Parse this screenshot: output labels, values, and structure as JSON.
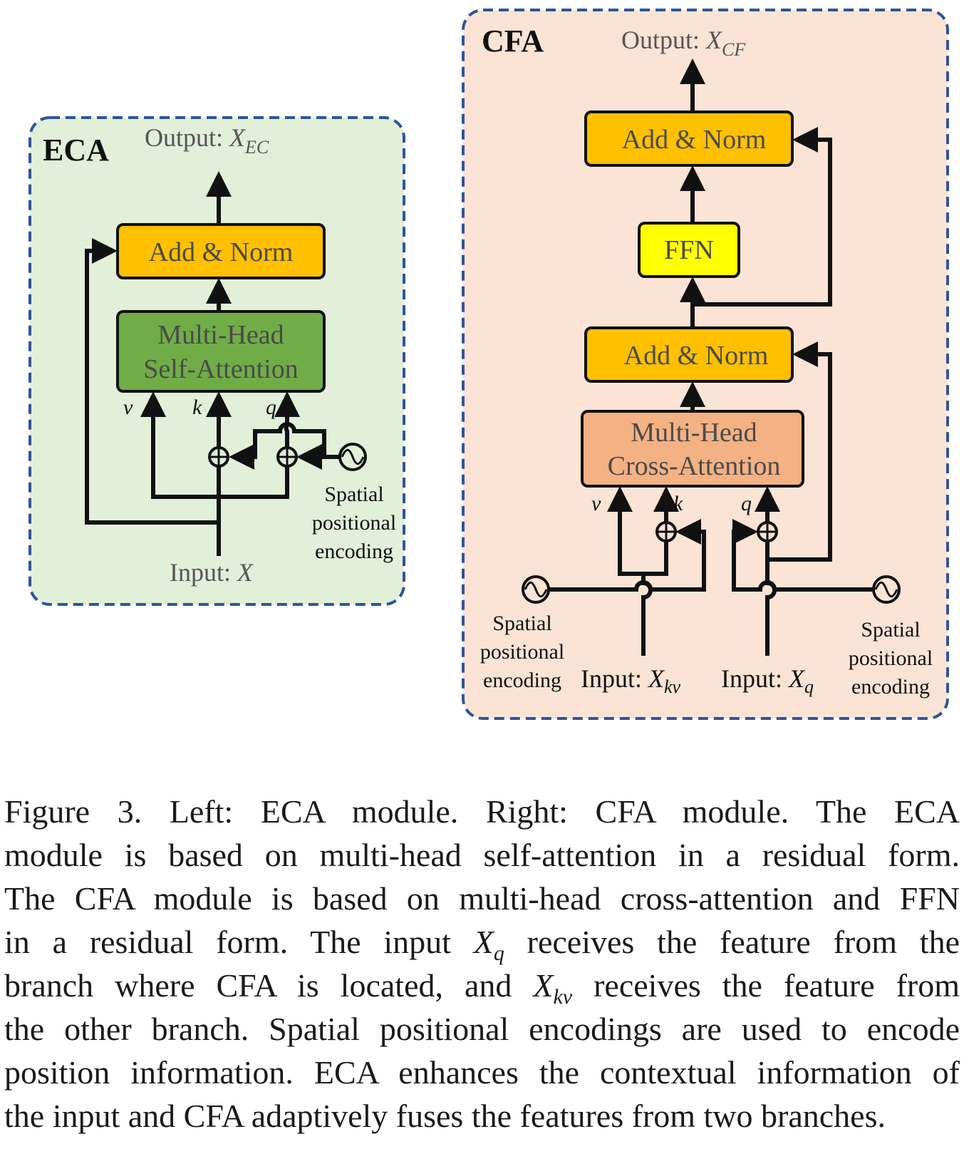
{
  "eca": {
    "title": "ECA",
    "output_prefix": "Output: ",
    "output_var": "X",
    "output_sub": "EC",
    "add_norm": "Add & Norm",
    "attention_line1": "Multi-Head",
    "attention_line2": "Self-Attention",
    "v": "v",
    "k": "k",
    "q": "q",
    "spe_line1": "Spatial",
    "spe_line2": "positional",
    "spe_line3": "encoding",
    "input_prefix": "Input: ",
    "input_var": "X",
    "colors": {
      "panel": "#e2efd9",
      "border": "#2f5597",
      "add_norm": "#ffc000",
      "attention": "#70ad47"
    }
  },
  "cfa": {
    "title": "CFA",
    "output_prefix": "Output: ",
    "output_var": "X",
    "output_sub": "CF",
    "add_norm_top": "Add & Norm",
    "ffn": "FFN",
    "add_norm_bottom": "Add & Norm",
    "attention_line1": "Multi-Head",
    "attention_line2": "Cross-Attention",
    "v": "v",
    "k": "k",
    "q": "q",
    "spe_left_line1": "Spatial",
    "spe_left_line2": "positional",
    "spe_left_line3": "encoding",
    "spe_right_line1": "Spatial",
    "spe_right_line2": "positional",
    "spe_right_line3": "encoding",
    "input_kv_prefix": "Input: ",
    "input_kv_var": "X",
    "input_kv_sub": "kv",
    "input_q_prefix": "Input: ",
    "input_q_var": "X",
    "input_q_sub": "q",
    "colors": {
      "panel": "#fbe4d5",
      "border": "#2f5597",
      "add_norm": "#ffc000",
      "ffn": "#ffff00",
      "attention": "#f4b183"
    }
  },
  "caption": {
    "line1": "Figure 3. Left: ECA module. Right: CFA module. The ECA",
    "line2": "module is based on multi-head self-attention in a residual form.",
    "line3": "The CFA module is based on multi-head cross-attention and FFN",
    "line4a": "in a residual form. The input ",
    "line4_var": "X",
    "line4_sub": "q",
    "line4b": " receives the feature from the",
    "line5a": "branch where CFA is located, and ",
    "line5_var": "X",
    "line5_sub": "kv",
    "line5b": " receives the feature from",
    "line6": "the other branch. Spatial positional encodings are used to encode",
    "line7": "position information. ECA enhances the contextual information of",
    "line8": "the input and CFA adaptively fuses the features from two branches."
  }
}
